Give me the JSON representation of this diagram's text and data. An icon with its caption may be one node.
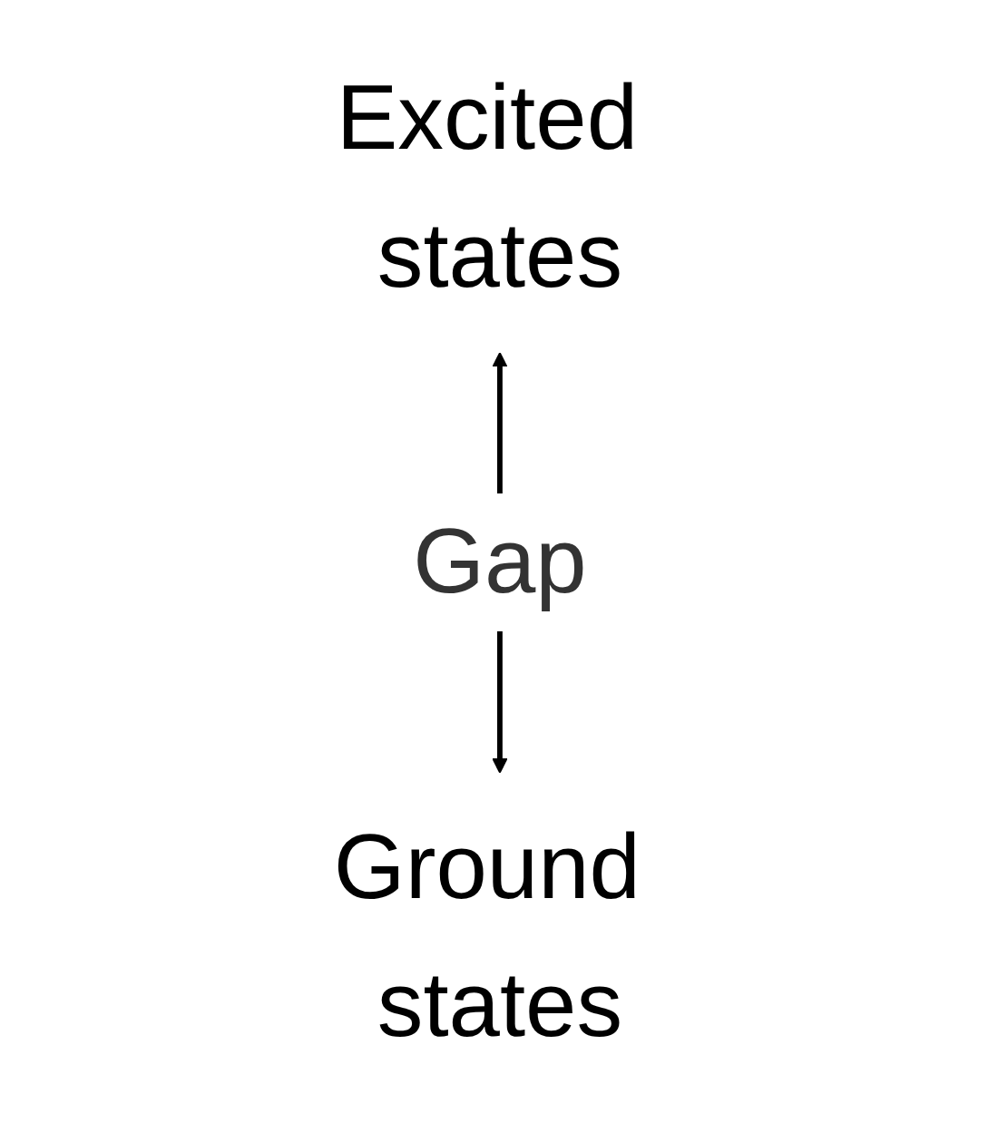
{
  "diagram": {
    "nodes": [
      {
        "text": [
          "Excited states"
        ]
      },
      {
        "text": [
          "Ground states"
        ]
      }
    ],
    "edges": [
      {
        "from": 0,
        "to": 1,
        "arrow": "both",
        "label": "Gap"
      }
    ]
  }
}
